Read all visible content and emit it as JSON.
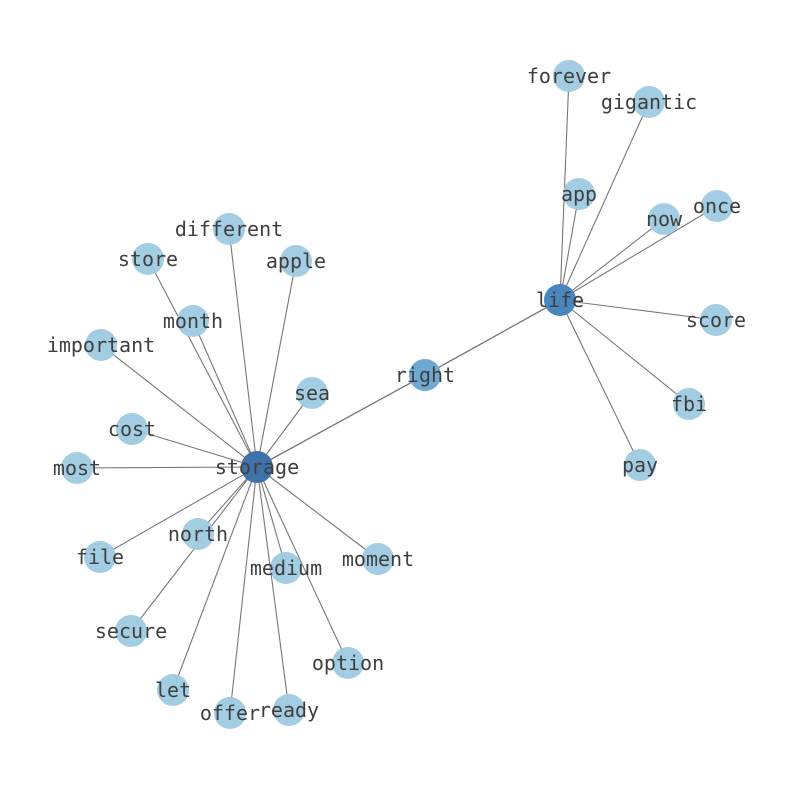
{
  "graph": {
    "colors": {
      "leaf": "#9ecae1",
      "hub_storage": "#3f72a8",
      "hub_life": "#4a86bd",
      "bridge": "#6ea9d2",
      "edge": "#555555",
      "label": "#3f3f3f"
    },
    "nodes": [
      {
        "id": "storage",
        "label": "storage",
        "role": "hub_storage"
      },
      {
        "id": "life",
        "label": "life",
        "role": "hub_life"
      },
      {
        "id": "right",
        "label": "right",
        "role": "bridge"
      },
      {
        "id": "forever",
        "label": "forever",
        "role": "leaf"
      },
      {
        "id": "gigantic",
        "label": "gigantic",
        "role": "leaf"
      },
      {
        "id": "app",
        "label": "app",
        "role": "leaf"
      },
      {
        "id": "now",
        "label": "now",
        "role": "leaf"
      },
      {
        "id": "once",
        "label": "once",
        "role": "leaf"
      },
      {
        "id": "score",
        "label": "score",
        "role": "leaf"
      },
      {
        "id": "fbi",
        "label": "fbi",
        "role": "leaf"
      },
      {
        "id": "pay",
        "label": "pay",
        "role": "leaf"
      },
      {
        "id": "different",
        "label": "different",
        "role": "leaf"
      },
      {
        "id": "store",
        "label": "store",
        "role": "leaf"
      },
      {
        "id": "apple",
        "label": "apple",
        "role": "leaf"
      },
      {
        "id": "month",
        "label": "month",
        "role": "leaf"
      },
      {
        "id": "important",
        "label": "important",
        "role": "leaf"
      },
      {
        "id": "sea",
        "label": "sea",
        "role": "leaf"
      },
      {
        "id": "cost",
        "label": "cost",
        "role": "leaf"
      },
      {
        "id": "most",
        "label": "most",
        "role": "leaf"
      },
      {
        "id": "file",
        "label": "file",
        "role": "leaf"
      },
      {
        "id": "north",
        "label": "north",
        "role": "leaf"
      },
      {
        "id": "medium",
        "label": "medium",
        "role": "leaf"
      },
      {
        "id": "moment",
        "label": "moment",
        "role": "leaf"
      },
      {
        "id": "secure",
        "label": "secure",
        "role": "leaf"
      },
      {
        "id": "option",
        "label": "option",
        "role": "leaf"
      },
      {
        "id": "let",
        "label": "let",
        "role": "leaf"
      },
      {
        "id": "offer",
        "label": "offer",
        "role": "leaf"
      },
      {
        "id": "ready",
        "label": "ready",
        "role": "leaf"
      }
    ],
    "edges": [
      [
        "storage",
        "right"
      ],
      [
        "right",
        "life"
      ],
      [
        "life",
        "forever"
      ],
      [
        "life",
        "gigantic"
      ],
      [
        "life",
        "app"
      ],
      [
        "life",
        "now"
      ],
      [
        "life",
        "once"
      ],
      [
        "life",
        "score"
      ],
      [
        "life",
        "fbi"
      ],
      [
        "life",
        "pay"
      ],
      [
        "storage",
        "different"
      ],
      [
        "storage",
        "store"
      ],
      [
        "storage",
        "apple"
      ],
      [
        "storage",
        "month"
      ],
      [
        "storage",
        "important"
      ],
      [
        "storage",
        "sea"
      ],
      [
        "storage",
        "cost"
      ],
      [
        "storage",
        "most"
      ],
      [
        "storage",
        "file"
      ],
      [
        "storage",
        "north"
      ],
      [
        "storage",
        "medium"
      ],
      [
        "storage",
        "moment"
      ],
      [
        "storage",
        "secure"
      ],
      [
        "storage",
        "option"
      ],
      [
        "storage",
        "let"
      ],
      [
        "storage",
        "offer"
      ],
      [
        "storage",
        "ready"
      ]
    ]
  }
}
